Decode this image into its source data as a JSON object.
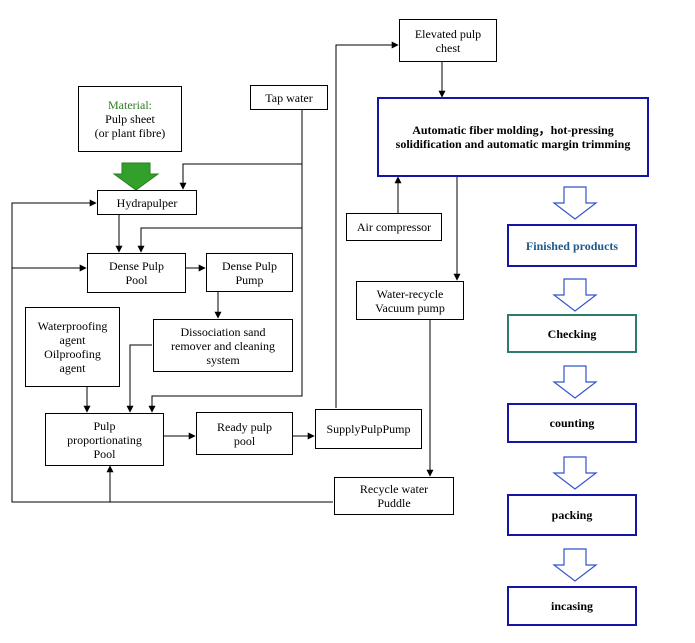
{
  "colors": {
    "line": "#000000",
    "highlight_border": "#1414a8",
    "checking_border": "#2a7d6e",
    "finished_text": "#1f5a8a",
    "material_text": "#2e7d1f",
    "green_arrow": "#33a02c",
    "outline_arrow": "#3355cc"
  },
  "nodes": {
    "material": {
      "title": "Material:",
      "line1": "Pulp sheet",
      "line2": "(or plant fibre)"
    },
    "tap_water": {
      "label": "Tap water"
    },
    "elevated_chest": {
      "line1": "Elevated pulp",
      "line2": "chest"
    },
    "molding": {
      "line1": "Automatic fiber molding，hot-pressing",
      "line2": "solidification and automatic margin trimming"
    },
    "hydrapulper": {
      "label": "Hydrapulper"
    },
    "air_compressor": {
      "label": "Air compressor"
    },
    "dense_pool": {
      "line1": "Dense Pulp",
      "line2": "Pool"
    },
    "dense_pump": {
      "line1": "Dense Pulp",
      "line2": "Pump"
    },
    "water_recycle": {
      "line1": "Water-recycle",
      "line2": "Vacuum pump"
    },
    "waterproofing": {
      "line1": "Waterproofing",
      "line2": "agent",
      "line3": "Oilproofing",
      "line4": "agent"
    },
    "dissociation": {
      "line1": "Dissociation sand",
      "line2": "remover and cleaning",
      "line3": "system"
    },
    "proportioning": {
      "line1": "Pulp",
      "line2": "proportionating",
      "line3": "Pool"
    },
    "ready_pool": {
      "line1": "Ready pulp",
      "line2": "pool"
    },
    "supply_pump": {
      "label": "SupplyPulpPump"
    },
    "recycle_puddle": {
      "line1": "Recycle water",
      "line2": "Puddle"
    }
  },
  "steps": {
    "finished": "Finished products",
    "checking": "Checking",
    "counting": "counting",
    "packing": "packing",
    "incasing": "incasing"
  }
}
